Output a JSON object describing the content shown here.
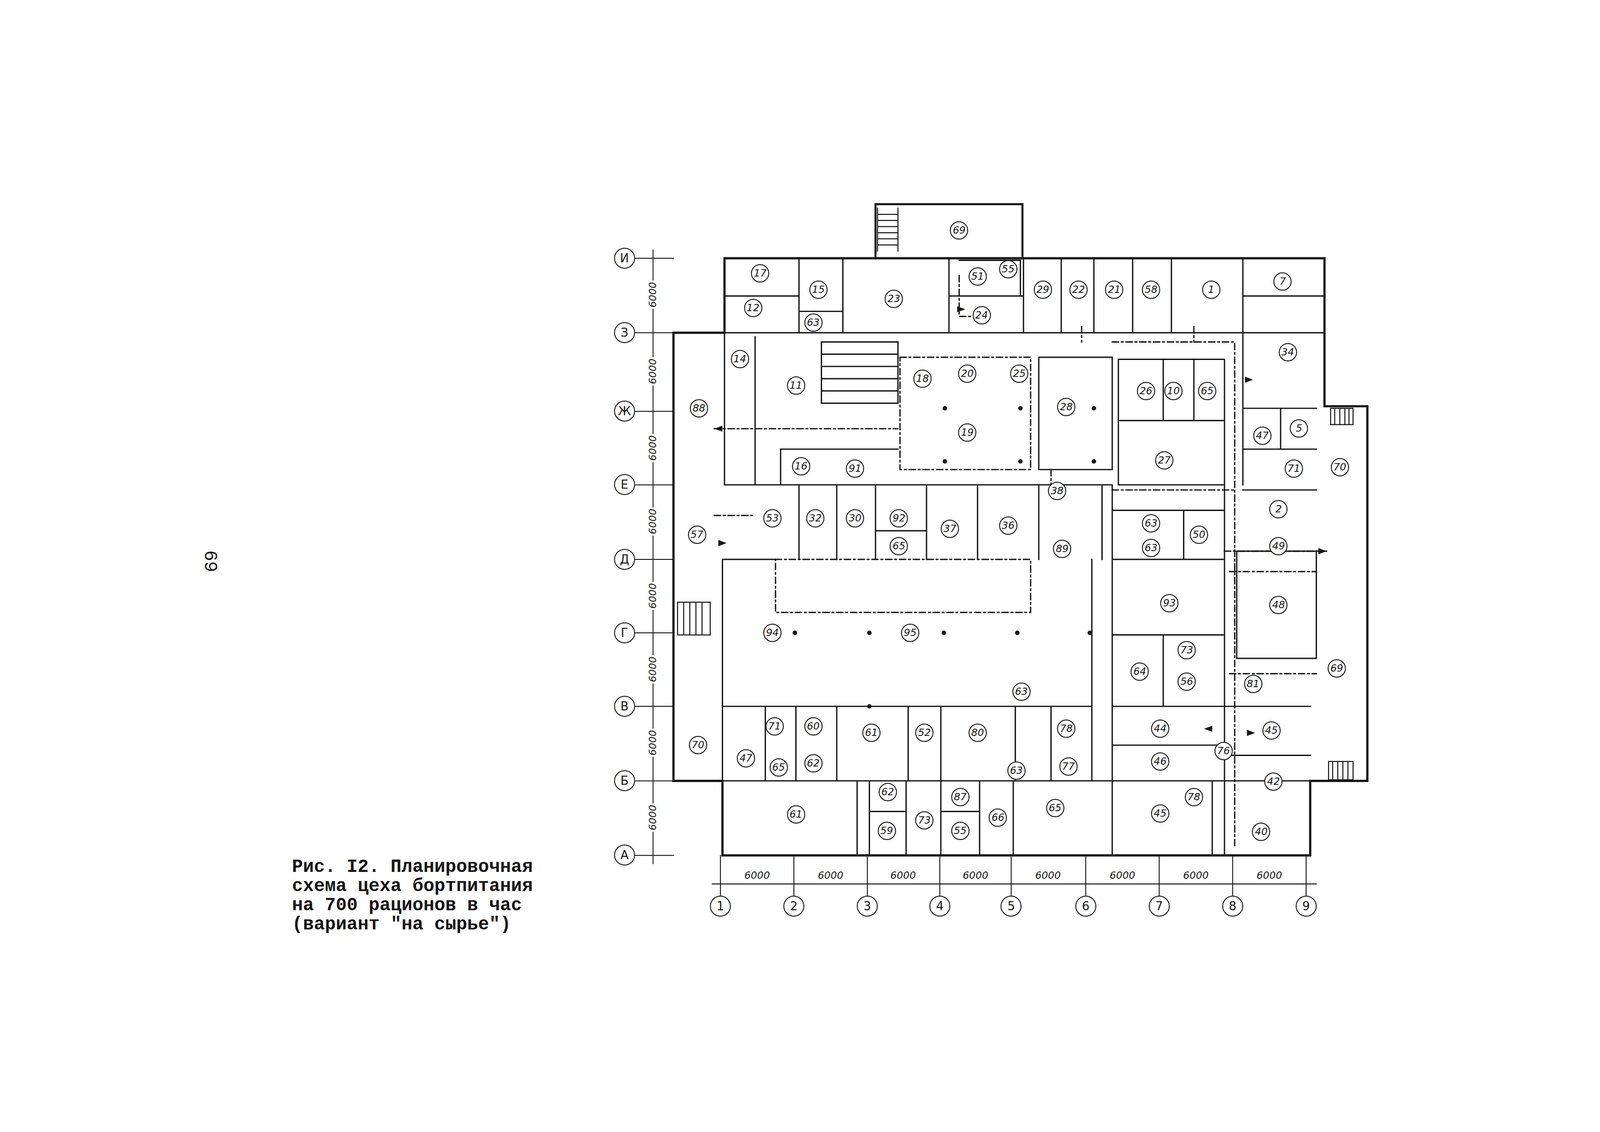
{
  "diagram": {
    "caption": "Рис. I2. Планировочная схема цеха бортпитания на 700 рационов в час (вариант \"на сырье\")",
    "nodes": [
      {
        "text": [
          "17"
        ]
      },
      {
        "text": [
          "15"
        ]
      },
      {
        "text": [
          "12"
        ]
      },
      {
        "text": [
          "63"
        ]
      },
      {
        "text": [
          "23"
        ]
      },
      {
        "text": [
          "69"
        ]
      },
      {
        "text": [
          "51"
        ]
      },
      {
        "text": [
          "55"
        ]
      },
      {
        "text": [
          "24"
        ]
      },
      {
        "text": [
          "29"
        ]
      },
      {
        "text": [
          "22"
        ]
      },
      {
        "text": [
          "21"
        ]
      },
      {
        "text": [
          "58"
        ]
      },
      {
        "text": [
          "1"
        ]
      },
      {
        "text": [
          "7"
        ]
      },
      {
        "text": [
          "34"
        ]
      },
      {
        "text": [
          "14"
        ]
      },
      {
        "text": [
          "11"
        ]
      },
      {
        "text": [
          "88"
        ]
      },
      {
        "text": [
          "18"
        ]
      },
      {
        "text": [
          "20"
        ]
      },
      {
        "text": [
          "25"
        ]
      },
      {
        "text": [
          "19"
        ]
      },
      {
        "text": [
          "28"
        ]
      },
      {
        "text": [
          "26"
        ]
      },
      {
        "text": [
          "10"
        ]
      },
      {
        "text": [
          "65"
        ]
      },
      {
        "text": [
          "27"
        ]
      },
      {
        "text": [
          "47"
        ]
      },
      {
        "text": [
          "5"
        ]
      },
      {
        "text": [
          "71"
        ]
      },
      {
        "text": [
          "70"
        ]
      },
      {
        "text": [
          "16"
        ]
      },
      {
        "text": [
          "91"
        ]
      },
      {
        "text": [
          "2"
        ]
      },
      {
        "text": [
          "53"
        ]
      },
      {
        "text": [
          "57"
        ]
      },
      {
        "text": [
          "32"
        ]
      },
      {
        "text": [
          "30"
        ]
      },
      {
        "text": [
          "92"
        ]
      },
      {
        "text": [
          "65"
        ]
      },
      {
        "text": [
          "37"
        ]
      },
      {
        "text": [
          "36"
        ]
      },
      {
        "text": [
          "38"
        ]
      },
      {
        "text": [
          "89"
        ]
      },
      {
        "text": [
          "63"
        ]
      },
      {
        "text": [
          "63"
        ]
      },
      {
        "text": [
          "50"
        ]
      },
      {
        "text": [
          "49"
        ]
      },
      {
        "text": [
          "93"
        ]
      },
      {
        "text": [
          "48"
        ]
      },
      {
        "text": [
          "94"
        ]
      },
      {
        "text": [
          "95"
        ]
      },
      {
        "text": [
          "64"
        ]
      },
      {
        "text": [
          "73"
        ]
      },
      {
        "text": [
          "56"
        ]
      },
      {
        "text": [
          "81"
        ]
      },
      {
        "text": [
          "69"
        ]
      },
      {
        "text": [
          "70"
        ]
      },
      {
        "text": [
          "71"
        ]
      },
      {
        "text": [
          "60"
        ]
      },
      {
        "text": [
          "61"
        ]
      },
      {
        "text": [
          "52"
        ]
      },
      {
        "text": [
          "80"
        ]
      },
      {
        "text": [
          "63"
        ]
      },
      {
        "text": [
          "78"
        ]
      },
      {
        "text": [
          "47"
        ]
      },
      {
        "text": [
          "65"
        ]
      },
      {
        "text": [
          "62"
        ]
      },
      {
        "text": [
          "63"
        ]
      },
      {
        "text": [
          "77"
        ]
      },
      {
        "text": [
          "44"
        ]
      },
      {
        "text": [
          "46"
        ]
      },
      {
        "text": [
          "45"
        ]
      },
      {
        "text": [
          "76"
        ]
      },
      {
        "text": [
          "42"
        ]
      },
      {
        "text": [
          "78"
        ]
      },
      {
        "text": [
          "61"
        ]
      },
      {
        "text": [
          "62"
        ]
      },
      {
        "text": [
          "59"
        ]
      },
      {
        "text": [
          "73"
        ]
      },
      {
        "text": [
          "87"
        ]
      },
      {
        "text": [
          "55"
        ]
      },
      {
        "text": [
          "66"
        ]
      },
      {
        "text": [
          "65"
        ]
      },
      {
        "text": [
          "45"
        ]
      },
      {
        "text": [
          "40"
        ]
      },
      {
        "text": [
          "И"
        ]
      },
      {
        "text": [
          "З"
        ]
      },
      {
        "text": [
          "Ж"
        ]
      },
      {
        "text": [
          "Е"
        ]
      },
      {
        "text": [
          "Д"
        ]
      },
      {
        "text": [
          "Г"
        ]
      },
      {
        "text": [
          "В"
        ]
      },
      {
        "text": [
          "Б"
        ]
      },
      {
        "text": [
          "А"
        ]
      },
      {
        "text": [
          "1"
        ]
      },
      {
        "text": [
          "2"
        ]
      },
      {
        "text": [
          "3"
        ]
      },
      {
        "text": [
          "4"
        ]
      },
      {
        "text": [
          "5"
        ]
      },
      {
        "text": [
          "6"
        ]
      },
      {
        "text": [
          "7"
        ]
      },
      {
        "text": [
          "8"
        ]
      },
      {
        "text": [
          "9"
        ]
      }
    ],
    "labels": [
      "69",
      "6000",
      "6000",
      "6000",
      "6000",
      "6000",
      "6000",
      "6000",
      "6000",
      "6000",
      "6000",
      "6000",
      "6000",
      "6000",
      "6000",
      "6000",
      "6000"
    ]
  }
}
